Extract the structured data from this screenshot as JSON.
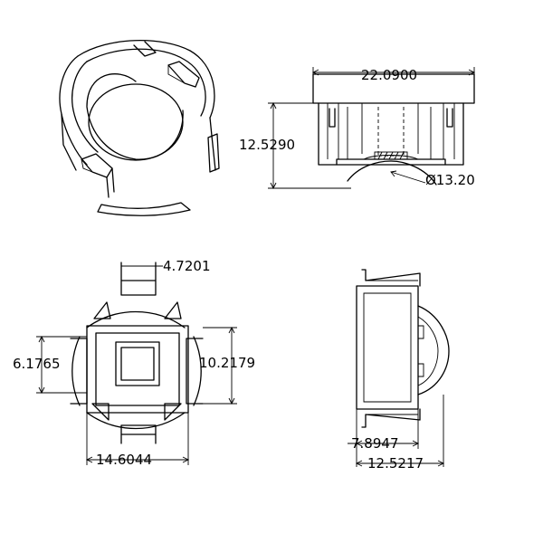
{
  "dimensions": {
    "side_width": "22.0900",
    "side_height": "12.5290",
    "lens_diameter": "Ø13.20",
    "top_slot_width": "4.7201",
    "left_height": "6.1765",
    "right_height": "10.2179",
    "bottom_width": "14.6044",
    "profile_inner": "7.8947",
    "profile_outer": "12.5217"
  }
}
